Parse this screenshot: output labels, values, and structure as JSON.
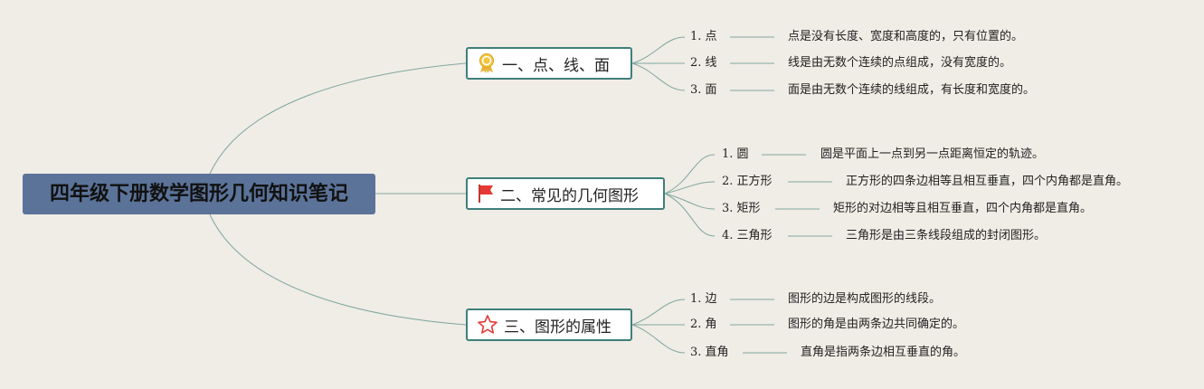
{
  "root": {
    "title": "四年级下册数学图形几何知识笔记"
  },
  "branches": [
    {
      "title": "一、点、线、面",
      "icon": "award-ribbon-icon",
      "items": [
        {
          "label": "1. 点",
          "desc": "点是没有长度、宽度和高度的，只有位置的。"
        },
        {
          "label": "2. 线",
          "desc": "线是由无数个连续的点组成，没有宽度的。"
        },
        {
          "label": "3. 面",
          "desc": "面是由无数个连续的线组成，有长度和宽度的。"
        }
      ]
    },
    {
      "title": "二、常见的几何图形",
      "icon": "red-flag-icon",
      "items": [
        {
          "label": "1. 圆",
          "desc": "圆是平面上一点到另一点距离恒定的轨迹。"
        },
        {
          "label": "2. 正方形",
          "desc": "正方形的四条边相等且相互垂直，四个内角都是直角。"
        },
        {
          "label": "3. 矩形",
          "desc": "矩形的对边相等且相互垂直，四个内角都是直角。"
        },
        {
          "label": "4. 三角形",
          "desc": "三角形是由三条线段组成的封闭图形。"
        }
      ]
    },
    {
      "title": "三、图形的属性",
      "icon": "star-icon",
      "items": [
        {
          "label": "1. 边",
          "desc": "图形的边是构成图形的线段。"
        },
        {
          "label": "2. 角",
          "desc": "图形的角是由两条边共同确定的。"
        },
        {
          "label": "3. 直角",
          "desc": "直角是指两条边相互垂直的角。"
        }
      ]
    }
  ],
  "colors": {
    "background": "#f0ece6",
    "root_fill": "#5b7399",
    "topic_border": "#3f7f7a",
    "connector": "#7fa8a0"
  }
}
